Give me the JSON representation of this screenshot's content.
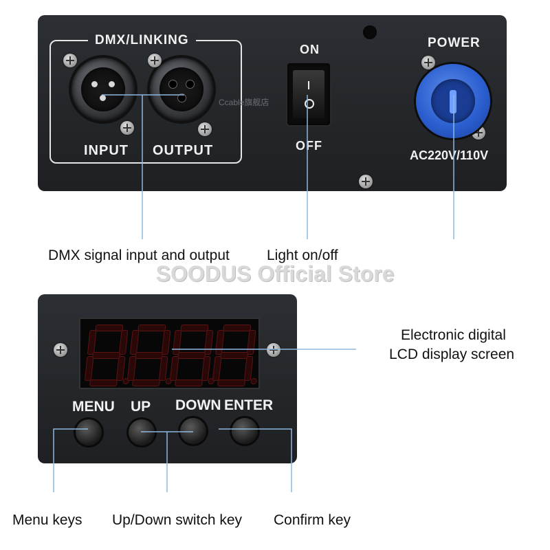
{
  "panel_top": {
    "dmx_title": "DMX/LINKING",
    "input_label": "INPUT",
    "output_label": "OUTPUT",
    "switch_on": "ON",
    "switch_off": "OFF",
    "power_title": "POWER",
    "voltage": "AC220V/110V"
  },
  "panel_bottom": {
    "display_value": "8.8.8.8.",
    "buttons": [
      "MENU",
      "UP",
      "DOWN",
      "ENTER"
    ]
  },
  "annotations": {
    "dmx": "DMX signal input and output",
    "light": "Light on/off",
    "lcd_line1": "Electronic digital",
    "lcd_line2": "LCD display screen",
    "menu": "Menu keys",
    "updown": "Up/Down switch key",
    "confirm": "Confirm key"
  },
  "watermark": "SOODUS Official Store",
  "faint_logo": "Ccable旗舰店",
  "colors": {
    "panel": "#24272b",
    "leader_line": "#8fb8e0",
    "powercon": "#2b5fd0"
  }
}
